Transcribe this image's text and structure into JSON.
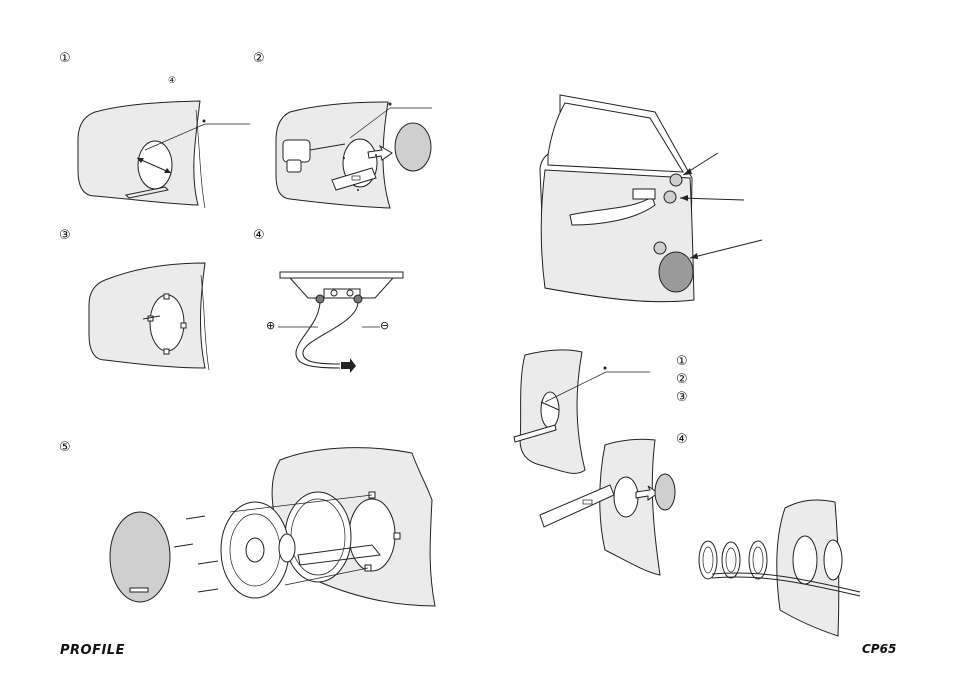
{
  "steps": {
    "s1": "①",
    "s1_ref": "④",
    "s2": "②",
    "s3": "③",
    "s4": "④",
    "s5": "⑤"
  },
  "polarity": {
    "plus": "⊕",
    "minus": "⊖"
  },
  "legend": [
    "①",
    "②",
    "③",
    "④"
  ],
  "footer": {
    "brand": "PROFILE",
    "model": "CP65"
  }
}
